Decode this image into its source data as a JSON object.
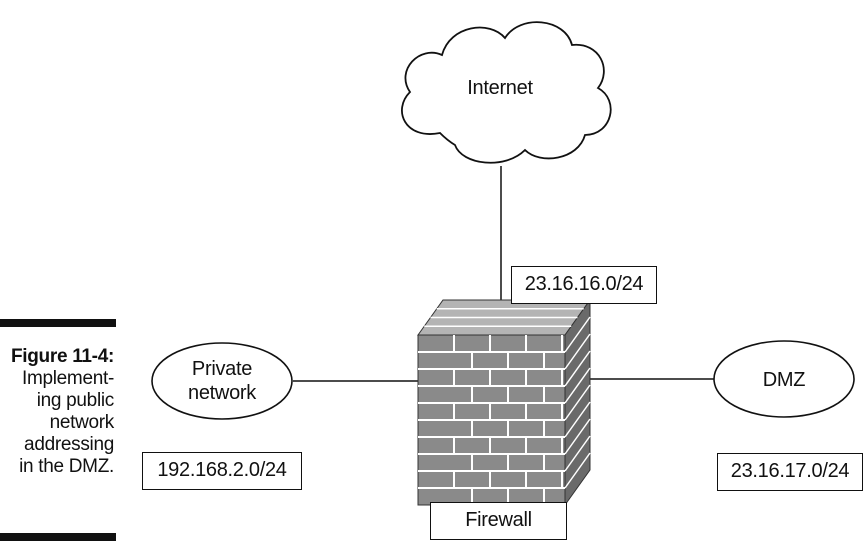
{
  "figure": {
    "label": "Figure 11-4:",
    "text_lines": [
      "Implement-",
      "ing public",
      "network",
      "addressing",
      "in the DMZ."
    ]
  },
  "nodes": {
    "internet": {
      "label": "Internet",
      "icon": "cloud-icon"
    },
    "private": {
      "label_lines": [
        "Private",
        "network"
      ],
      "icon": "ellipse"
    },
    "dmz": {
      "label": "DMZ",
      "icon": "ellipse"
    },
    "firewall": {
      "label": "Firewall",
      "icon": "brick-wall-firewall-icon"
    }
  },
  "subnets": {
    "internet": "23.16.16.0/24",
    "private": "192.168.2.0/24",
    "dmz": "23.16.17.0/24"
  },
  "colors": {
    "stroke": "#111111",
    "brick_front": "#8a8a8a",
    "brick_side": "#6a6a6a",
    "brick_top": "#b4b4b4",
    "mortar": "#ffffff"
  }
}
